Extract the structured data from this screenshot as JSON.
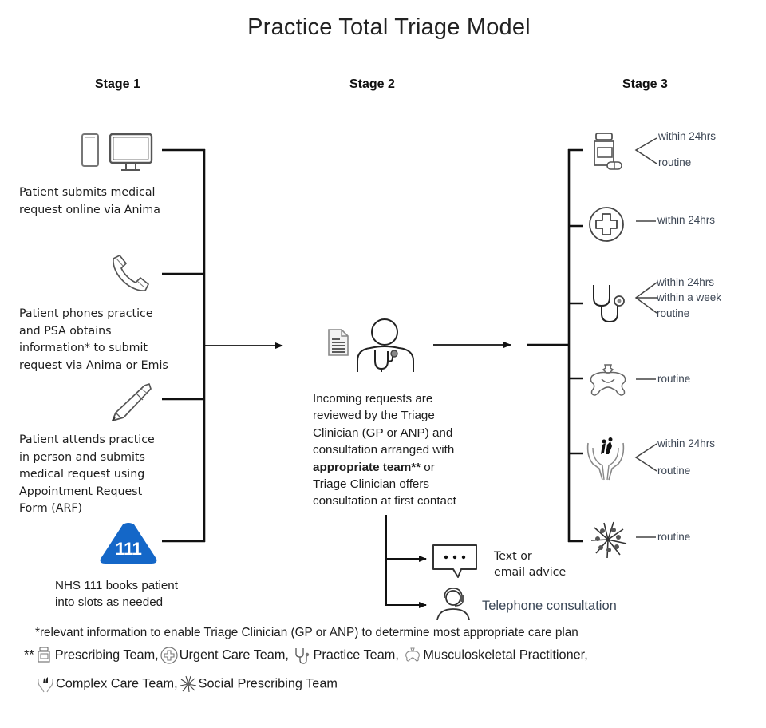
{
  "title": "Practice Total Triage Model",
  "stages": {
    "stage1": "Stage 1",
    "stage2": "Stage 2",
    "stage3": "Stage 3"
  },
  "stage1_items": [
    {
      "icon": "phone-and-monitor-icon",
      "text_lines": [
        "Patient submits medical",
        "request online via Anima"
      ]
    },
    {
      "icon": "telephone-handset-icon",
      "text_lines": [
        "Patient phones practice",
        "and PSA obtains",
        "information* to submit",
        "request via Anima or Emis"
      ]
    },
    {
      "icon": "pen-icon",
      "text_lines": [
        "Patient attends practice",
        "in person and submits",
        "medical request using",
        "Appointment Request",
        "Form (ARF)"
      ]
    },
    {
      "icon": "nhs-111-icon",
      "badge": "111",
      "text_lines": [
        "NHS 111 books patient",
        "into slots as needed"
      ]
    }
  ],
  "stage2": {
    "icons": [
      "document-icon",
      "clinician-with-stethoscope-icon"
    ],
    "text": {
      "line1": "Incoming requests are",
      "line2": "reviewed by the Triage",
      "line3": "Clinician (GP or ANP) and",
      "line4": "consultation arranged with",
      "bold": "appropriate team**",
      "line5_rest": " or",
      "line6": "Triage Clinician offers",
      "line7": "consultation at first contact"
    },
    "outcomes": [
      {
        "icon": "chat-bubble-icon",
        "text_lines": [
          "Text or",
          "email advice"
        ]
      },
      {
        "icon": "headset-person-icon",
        "text": "Telephone consultation"
      }
    ]
  },
  "stage3_teams": [
    {
      "team": "Prescribing Team",
      "icon": "medicine-bottle-icon",
      "timeframes": [
        "within 24hrs",
        "routine"
      ]
    },
    {
      "team": "Urgent Care Team",
      "icon": "medical-cross-icon",
      "timeframes": [
        "within 24hrs"
      ]
    },
    {
      "team": "Practice Team",
      "icon": "stethoscope-icon",
      "timeframes": [
        "within 24hrs",
        "within a week",
        "routine"
      ]
    },
    {
      "team": "Musculoskeletal Practitioner",
      "icon": "pelvis-icon",
      "timeframes": [
        "routine"
      ]
    },
    {
      "team": "Complex Care Team",
      "icon": "caring-hands-icon",
      "timeframes": [
        "within 24hrs",
        "routine"
      ]
    },
    {
      "team": "Social Prescribing Team",
      "icon": "joined-hands-icon",
      "timeframes": [
        "routine"
      ]
    }
  ],
  "footnotes": {
    "note1": "*relevant information to enable Triage Clinician (GP or ANP) to determine most appropriate care plan",
    "note2_prefix": "**",
    "legend": [
      {
        "icon": "medicine-bottle-icon",
        "label": "Prescribing Team,"
      },
      {
        "icon": "medical-cross-icon",
        "label": "Urgent Care Team,"
      },
      {
        "icon": "stethoscope-icon",
        "label": "Practice Team,"
      },
      {
        "icon": "pelvis-icon",
        "label": "Musculoskeletal Practitioner,"
      },
      {
        "icon": "caring-hands-icon",
        "label": "Complex Care Team,"
      },
      {
        "icon": "joined-hands-icon",
        "label": "Social Prescribing Team"
      }
    ]
  },
  "colors": {
    "nhs_blue": "#1467c8",
    "line": "#111111",
    "icon_stroke": "#555555",
    "label_text": "#3c4654"
  }
}
